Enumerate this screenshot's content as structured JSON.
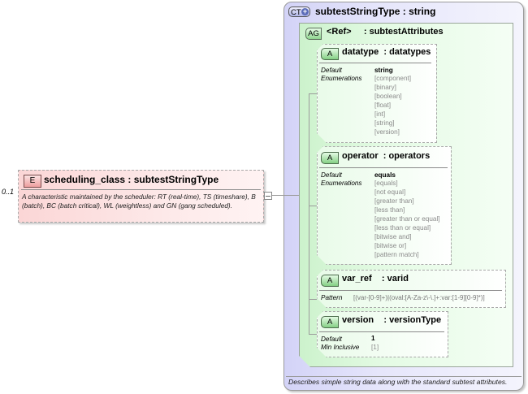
{
  "element": {
    "badge": "E",
    "title": "scheduling_class : subtestStringType",
    "occurrence": "0..1",
    "description": "A characteristic maintained by the scheduler: RT (real-time), TS (timeshare), B (batch), BC (batch critical), WL (weightless) and GN (gang scheduled)."
  },
  "complex_type": {
    "badge": "CT",
    "badge_icon": "+",
    "title": "subtestStringType : string",
    "description": "Describes simple string data along with the standard subtest attributes."
  },
  "attribute_group": {
    "badge": "AG",
    "title": "<Ref>     : subtestAttributes"
  },
  "attributes": [
    {
      "badge": "A",
      "title": "datatype  : datatypes",
      "default_label": "Default",
      "default_value": "string",
      "enum_label": "Enumerations",
      "enumerations": [
        "[component]",
        "[binary]",
        "[boolean]",
        "[float]",
        "[int]",
        "[string]",
        "[version]"
      ]
    },
    {
      "badge": "A",
      "title": "operator  : operators",
      "default_label": "Default",
      "default_value": "equals",
      "enum_label": "Enumerations",
      "enumerations": [
        "[equals]",
        "[not equal]",
        "[greater than]",
        "[less than]",
        "[greater than or equal]",
        "[less than or equal]",
        "[bitwise and]",
        "[bitwise or]",
        "[pattern match]"
      ]
    },
    {
      "badge": "A",
      "title": "var_ref    : varid",
      "pattern_label": "Pattern",
      "pattern_value": "[(var-[0-9]+)|(oval:[A-Za-z\\-\\.]+:var:[1-9][0-9]*)]"
    },
    {
      "badge": "A",
      "title": "version    : versionType",
      "default_label": "Default",
      "default_value": "1",
      "min_label": "Min Inclusive",
      "min_value": "[1]"
    }
  ],
  "colors": {
    "element_fill": "#fbd6d6",
    "complex_type_fill": "#d3d3f7",
    "attribute_group_fill": "#ccf2cc",
    "enum_text": "#8a8a8a"
  }
}
